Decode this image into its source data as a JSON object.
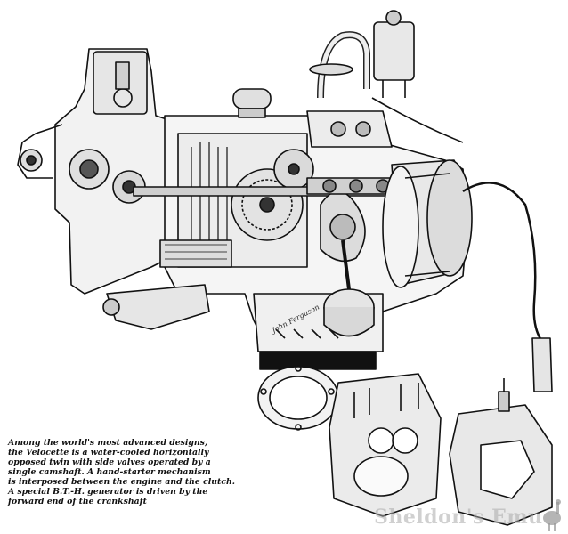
{
  "caption": {
    "lines": [
      "Among the world's most advanced designs,",
      "the Velocette is a water-cooled horizontally",
      "opposed twin with side valves operated by a",
      "single camshaft.  A hand-starter mechanism",
      "is interposed between the engine and the clutch.",
      "A special B.T.-H. generator is driven by the",
      "forward end of the crankshaft"
    ]
  },
  "signature": "John Ferguson",
  "watermark": "Sheldon's Emu",
  "logo_icon": "emu-icon",
  "colors": {
    "ink": "#111111",
    "paper": "#ffffff",
    "watermark": "#aaaaaa"
  }
}
